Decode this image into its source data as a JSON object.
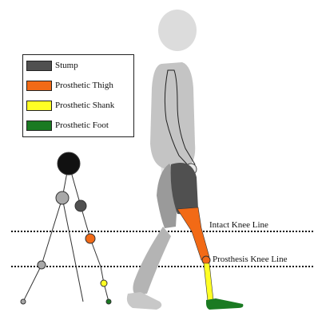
{
  "legend": {
    "items": [
      {
        "label": "Stump",
        "color": "#505050"
      },
      {
        "label": "Prosthetic Thigh",
        "color": "#f26a16"
      },
      {
        "label": "Prosthetic Shank",
        "color": "#ffff24"
      },
      {
        "label": "Prosthetic Foot",
        "color": "#1a7a22"
      }
    ]
  },
  "lines": {
    "intact": "Intact Knee Line",
    "prosthesis": "Prosthesis Knee Line"
  },
  "colors": {
    "body_light": "#d0d0d0",
    "body_mid": "#b8b8b8",
    "body_dark": "#8a8a8a",
    "stump": "#505050",
    "thigh": "#f26a16",
    "shank": "#ffff24",
    "foot": "#1a7a22"
  }
}
